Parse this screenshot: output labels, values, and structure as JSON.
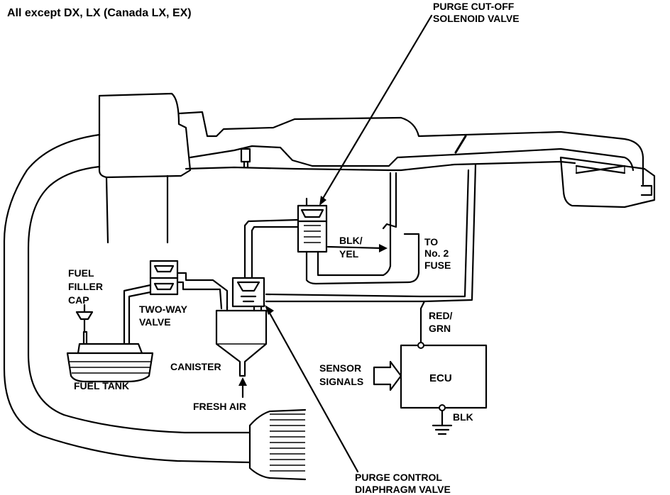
{
  "diagram": {
    "title": "All except DX, LX (Canada LX, EX)",
    "labels": {
      "purge_cutoff_line1": "PURGE CUT-OFF",
      "purge_cutoff_line2": "SOLENOID VALVE",
      "blk_yel_line1": "BLK/",
      "blk_yel_line2": "YEL",
      "to_fuse_line1": "TO",
      "to_fuse_line2": "No. 2",
      "to_fuse_line3": "FUSE",
      "fuel_filler_line1": "FUEL",
      "fuel_filler_line2": "FILLER",
      "fuel_filler_line3": "CAP",
      "two_way_line1": "TWO-WAY",
      "two_way_line2": "VALVE",
      "red_grn_line1": "RED/",
      "red_grn_line2": "GRN",
      "canister": "CANISTER",
      "sensor_line1": "SENSOR",
      "sensor_line2": "SIGNALS",
      "ecu": "ECU",
      "fuel_tank": "FUEL TANK",
      "fresh_air": "FRESH AIR",
      "blk": "BLK",
      "purge_control_line1": "PURGE CONTROL",
      "purge_control_line2": "DIAPHRAGM VALVE"
    },
    "colors": {
      "ink": "#000000",
      "paper": "#ffffff"
    }
  }
}
